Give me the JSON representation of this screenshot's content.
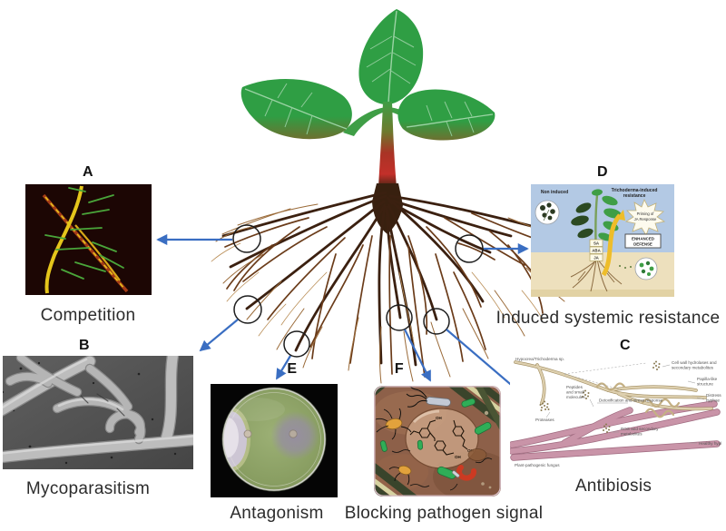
{
  "panels": {
    "a": {
      "letter": "A",
      "caption": "Competition"
    },
    "b": {
      "letter": "B",
      "caption": "Mycoparasitism"
    },
    "c": {
      "letter": "C",
      "caption": "Antibiosis"
    },
    "d": {
      "letter": "D",
      "caption": "Induced systemic resistance"
    },
    "e": {
      "letter": "E",
      "caption": "Antagonism"
    },
    "f": {
      "letter": "F",
      "caption": "Blocking pathogen signal"
    }
  },
  "panel_d": {
    "non_induced": "Non induced",
    "induced_line1": "Trichoderma-induced",
    "induced_line2": "resistance",
    "priming_line1": "Priming of",
    "priming_line2": "JA Response",
    "enhanced_line1": "ENHANCED",
    "enhanced_line2": "DEFENSE",
    "hormones": [
      "SA",
      "ABA",
      "JA"
    ]
  },
  "panel_c": {
    "trichoderma": "Hypocrea/Trichoderma sp.",
    "cell_wall_line1": "Cell wall hydrolases and",
    "cell_wall_line2": "secondary metabolites",
    "papilla_line1": "Papilla-like",
    "papilla_line2": "structure",
    "peptides_line1": "Peptides",
    "peptides_line2": "and small",
    "peptides_line3": "molecules",
    "detox": "Detoxification and stress response",
    "distressed_line1": "Distressed",
    "distressed_line2": "hyphae",
    "proteases": "Proteases",
    "ros_line1": "ROS and secondary",
    "ros_line2": "metabolites",
    "healthy": "Healthy hypha",
    "pathogen": "Plant-pathogenic fungus"
  },
  "panel_f": {
    "oh": [
      "OH",
      "OH",
      "OH"
    ]
  },
  "colors": {
    "arrow_blue": "#3a6ec2",
    "leaf_green": "#2f9e44",
    "stem_red": "#c2302a",
    "root_brown": "#4a2a12"
  }
}
